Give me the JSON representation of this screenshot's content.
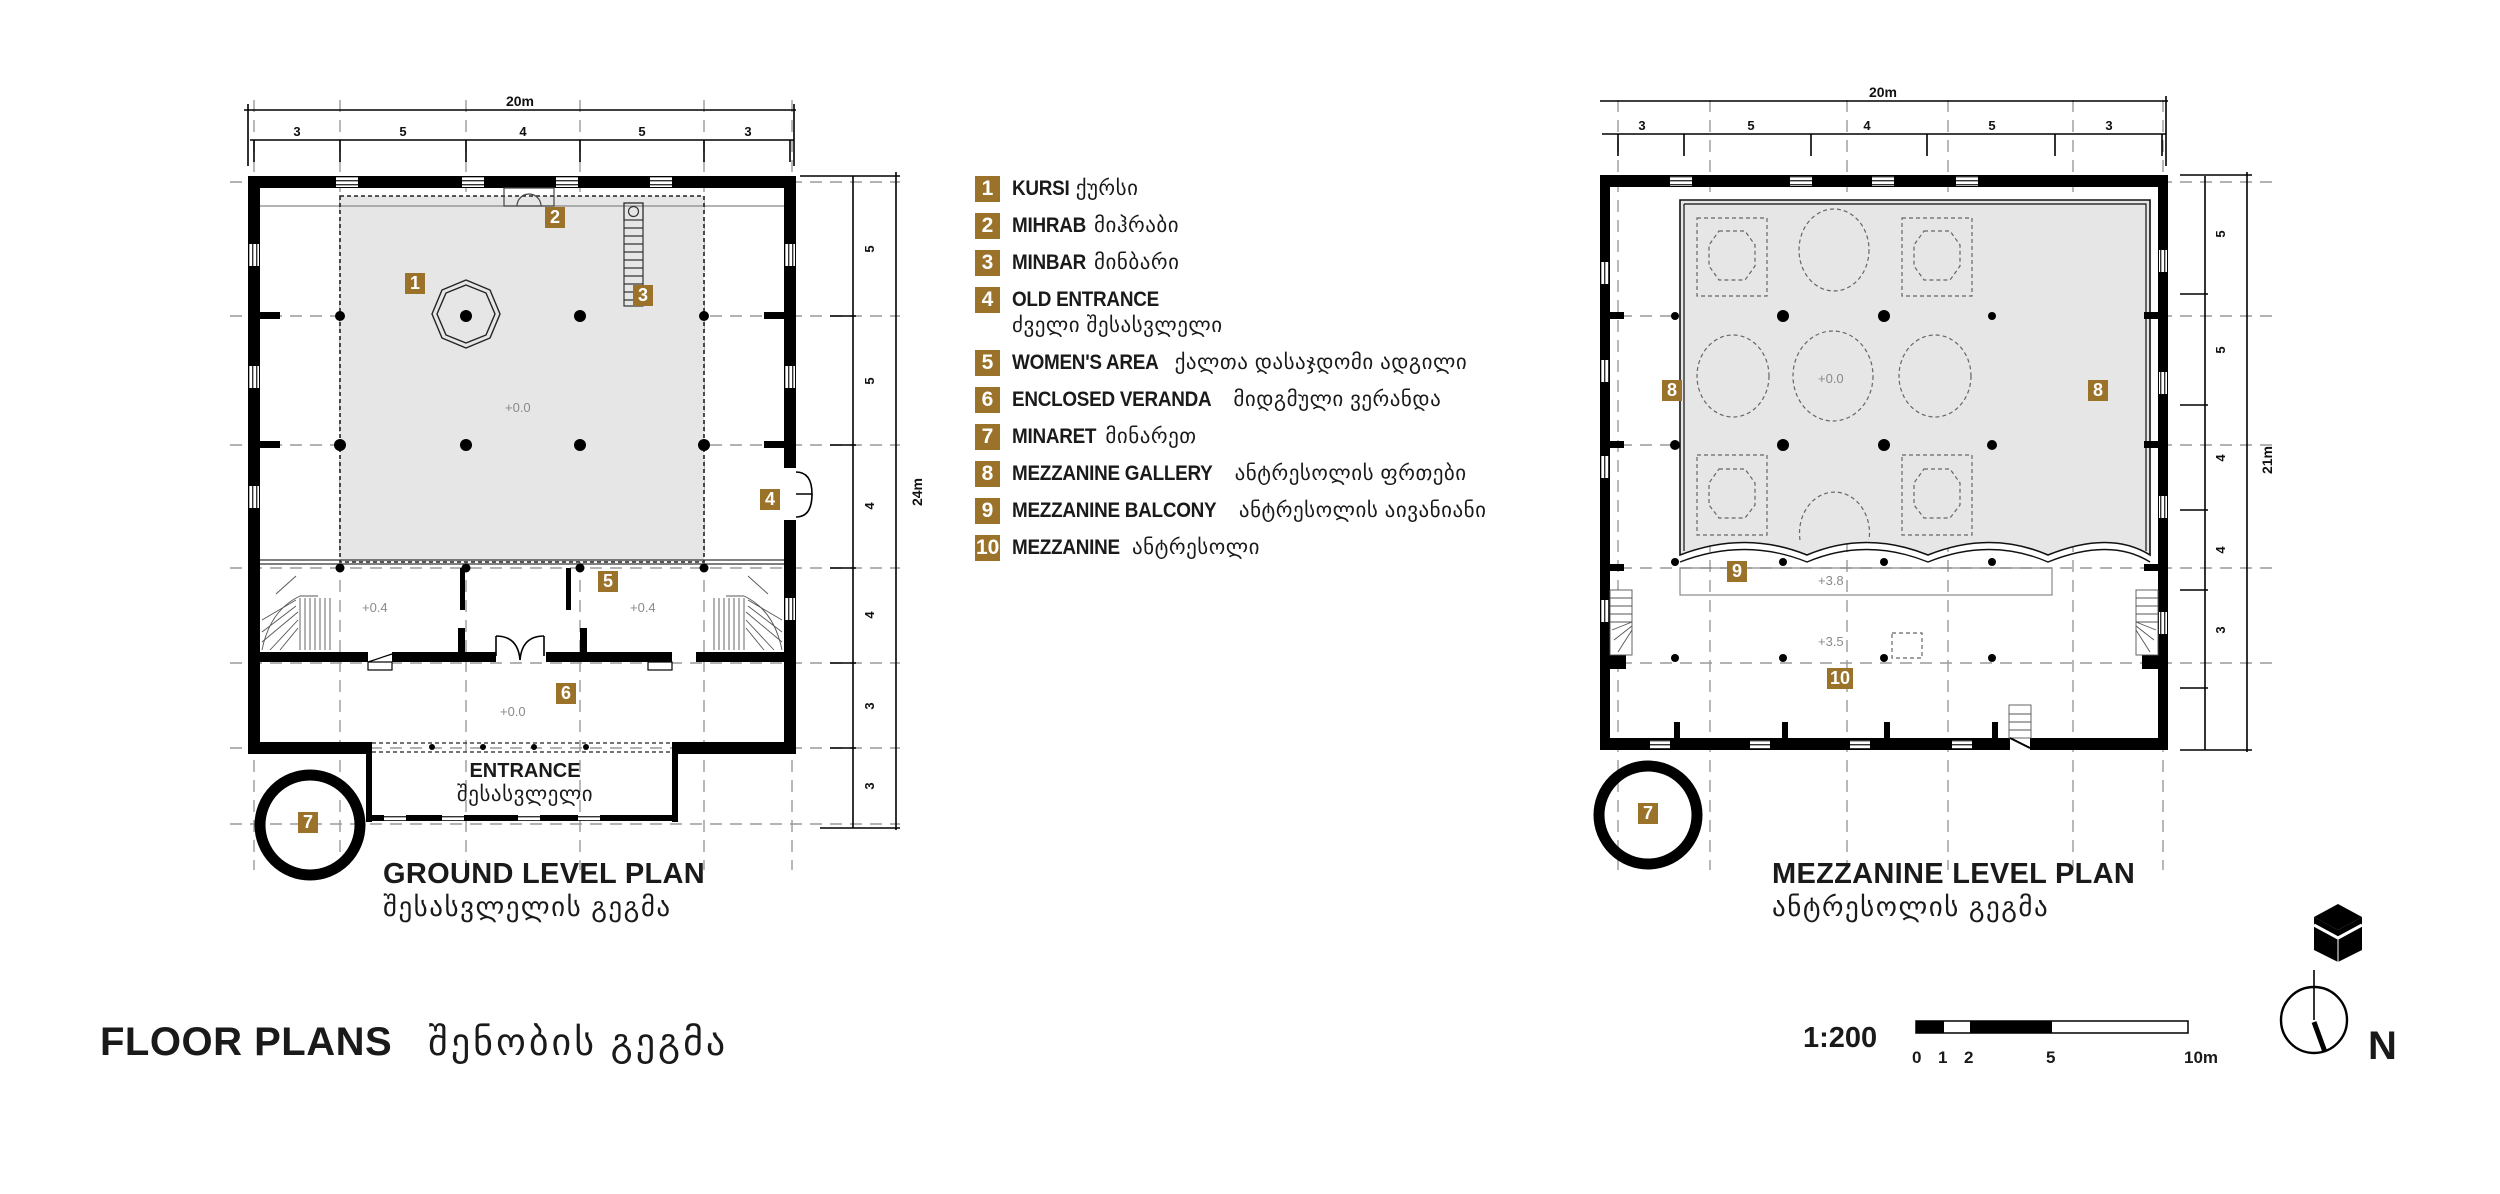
{
  "main_title": {
    "en": "FLOOR PLANS",
    "ka": "შენობის გეგმა"
  },
  "ground_plan": {
    "title_en": "GROUND LEVEL PLAN",
    "title_ka": "შესასვლელის გეგმა",
    "overall_width": "20m",
    "overall_depth": "24m",
    "width_segments": [
      "3",
      "5",
      "4",
      "5",
      "3"
    ],
    "depth_segments": [
      "5",
      "5",
      "4",
      "4",
      "3",
      "3"
    ],
    "elevations": {
      "prayer_hall": "+0.0",
      "womens_left": "+0.4",
      "womens_right": "+0.4",
      "veranda": "+0.0"
    },
    "entrance_en": "ENTRANCE",
    "entrance_ka": "შესასვლელი",
    "badges": {
      "kursi": "1",
      "mihrab": "2",
      "minbar": "3",
      "old_entrance": "4",
      "womens_area": "5",
      "veranda": "6",
      "minaret": "7"
    }
  },
  "mezzanine_plan": {
    "title_en": "MEZZANINE LEVEL PLAN",
    "title_ka": "ანტრესოლის გეგმა",
    "overall_width": "20m",
    "overall_depth": "21m",
    "width_segments": [
      "3",
      "5",
      "4",
      "5",
      "3"
    ],
    "depth_segments": [
      "5",
      "5",
      "4",
      "4",
      "3"
    ],
    "elevations": {
      "void": "+0.0",
      "balcony": "+3.8",
      "mezzanine": "+3.5"
    },
    "badges": {
      "gallery_left": "8",
      "gallery_right": "8",
      "balcony": "9",
      "mezzanine": "10",
      "minaret": "7"
    }
  },
  "legend": {
    "items": [
      {
        "num": "1",
        "en": "KURSI",
        "ka": "ქურსი"
      },
      {
        "num": "2",
        "en": "MIHRAB",
        "ka": "მიჰრაბი"
      },
      {
        "num": "3",
        "en": "MINBAR",
        "ka": "მინბარი"
      },
      {
        "num": "4",
        "en": "OLD ENTRANCE",
        "ka": "ძველი შესასვლელი"
      },
      {
        "num": "5",
        "en": "WOMEN'S AREA",
        "ka": "ქალთა დასაჯდომი ადგილი"
      },
      {
        "num": "6",
        "en": "ENCLOSED VERANDA",
        "ka": "მიდგმული ვერანდა"
      },
      {
        "num": "7",
        "en": "MINARET",
        "ka": "მინარეთ"
      },
      {
        "num": "8",
        "en": "MEZZANINE GALLERY",
        "ka": "ანტრესოლის ფრთები"
      },
      {
        "num": "9",
        "en": "MEZZANINE BALCONY",
        "ka": "ანტრესოლის აივანიანი"
      },
      {
        "num": "10",
        "en": "MEZZANINE",
        "ka": "ანტრესოლი"
      }
    ]
  },
  "scale": {
    "ratio": "1:200",
    "ticks": [
      "0",
      "1",
      "2",
      "5",
      "10m"
    ]
  },
  "orientation": {
    "north_label": "N",
    "qibla_icon": "kaaba-icon"
  },
  "colors": {
    "badge_gold": "#9a7229",
    "hall_fill": "#e6e6e6",
    "wall": "#000000",
    "grid_line": "#9a9a9a"
  }
}
